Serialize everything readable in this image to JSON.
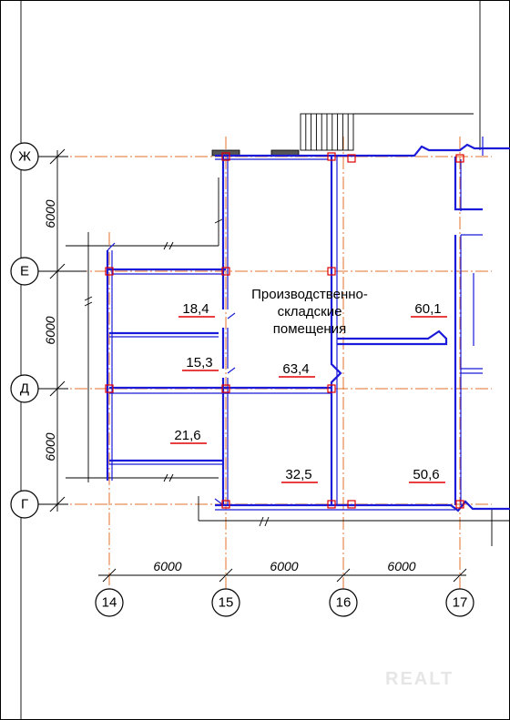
{
  "axes_vertical": [
    {
      "id": "ax14",
      "label": "14"
    },
    {
      "id": "ax15",
      "label": "15"
    },
    {
      "id": "ax16",
      "label": "16"
    },
    {
      "id": "ax17",
      "label": "17"
    }
  ],
  "axes_horizontal": [
    {
      "id": "axZh",
      "label": "Ж"
    },
    {
      "id": "axE",
      "label": "Е"
    },
    {
      "id": "axD",
      "label": "Д"
    },
    {
      "id": "axG",
      "label": "Г"
    }
  ],
  "dimensions_bottom": [
    "6000",
    "6000",
    "6000"
  ],
  "dimensions_left": [
    "6000",
    "6000",
    "6000"
  ],
  "room_title": {
    "line1": "Производственно-",
    "line2": "складские",
    "line3": "помещения"
  },
  "areas": [
    "18,4",
    "15,3",
    "21,6",
    "63,4",
    "60,1",
    "32,5",
    "50,6"
  ],
  "watermark": "REALT",
  "colors": {
    "walls": "#1a1ad8",
    "grid": "#e0702a",
    "underline": "#e00000",
    "line": "#000000"
  }
}
